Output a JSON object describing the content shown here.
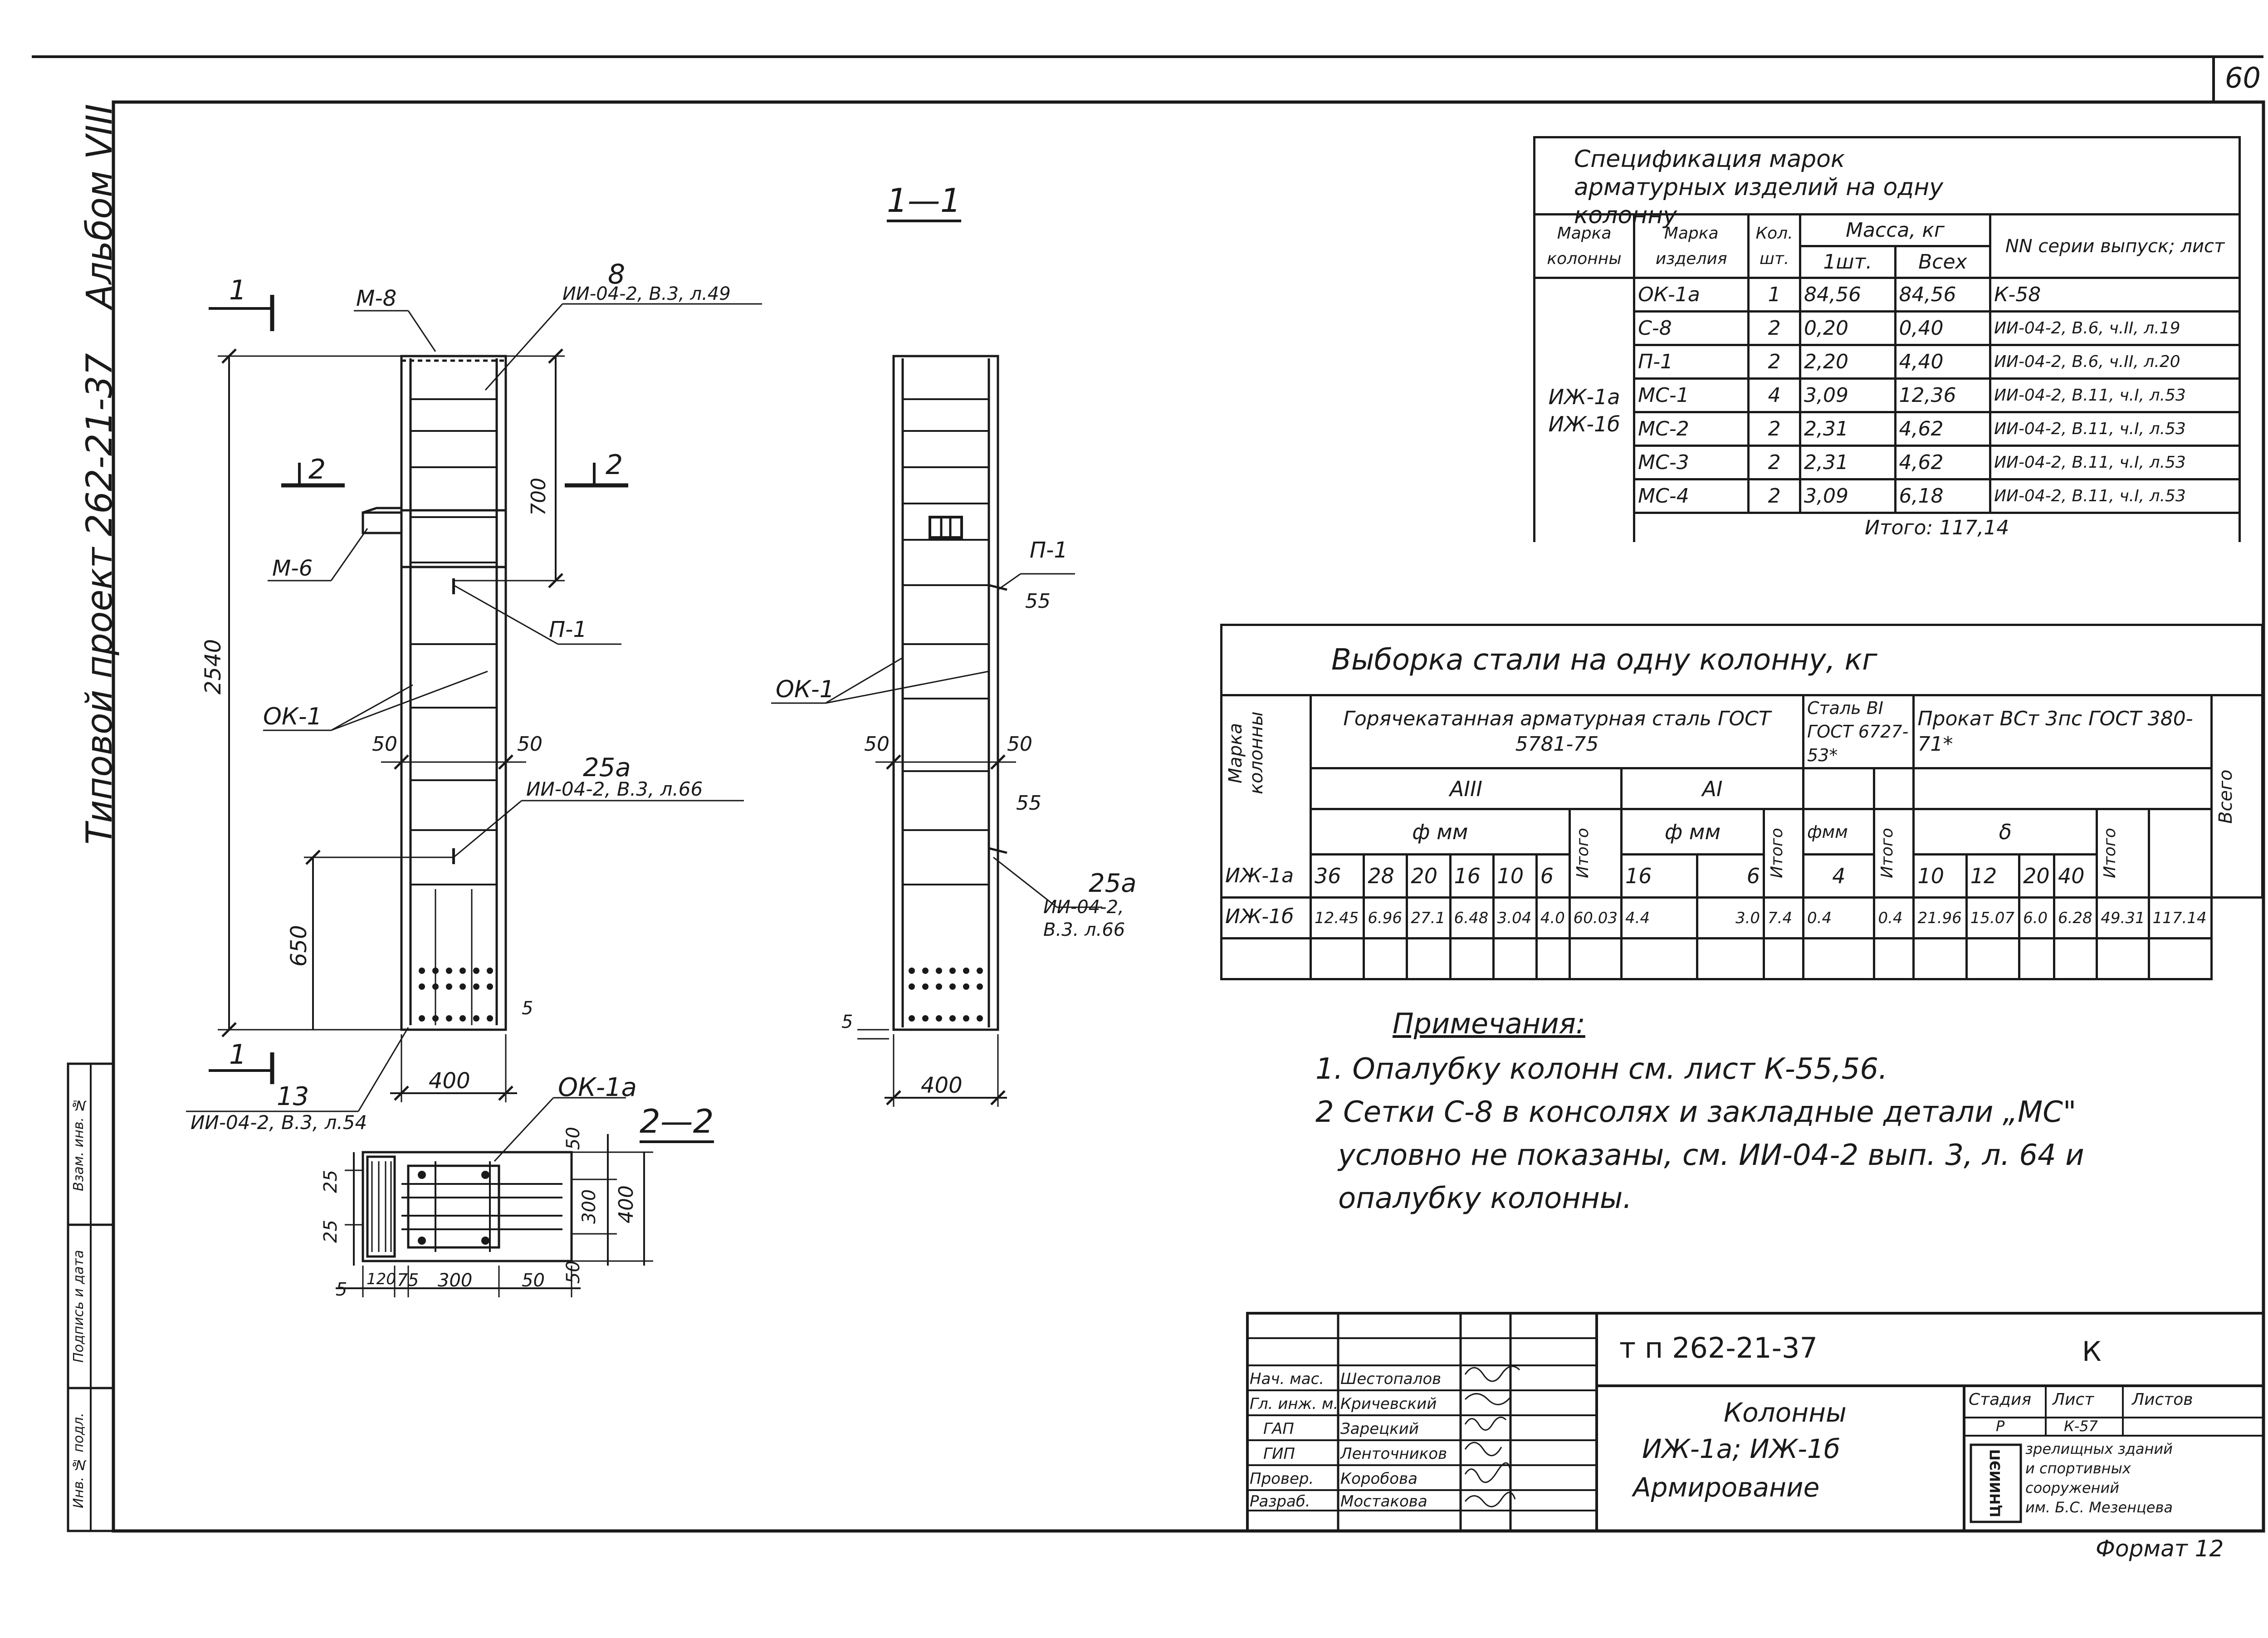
{
  "sheet_number": "60",
  "format": "Формат 12",
  "album": "Альбом VIII",
  "project_title": "Типовой проект 262-21-37",
  "left_stamp": [
    "Инв. № подл.",
    "Подпись и дата",
    "Взам. инв. №"
  ],
  "elevation": {
    "m8": "М-8",
    "pos8": "8",
    "ref8": "ИИ-04-2, В.3, л.49",
    "sec11": "1",
    "sec22": "2",
    "m6": "М-6",
    "dim_total": "2540",
    "dim_700": "700",
    "dim_650": "650",
    "p1": "П-1",
    "ok1": "ОК-1",
    "d50a": "50",
    "d50b": "50",
    "pos25": "25а",
    "ref25": "ИИ-04-2, В.3, л.66",
    "pos13": "13",
    "ref13": "ИИ-04-2, В.3, л.54",
    "d400": "400",
    "d5": "5"
  },
  "section11": {
    "title": "1—1",
    "p1": "П-1",
    "d55a": "55",
    "d55b": "55",
    "ok1": "ОК-1",
    "d50a": "50",
    "d50b": "50",
    "pos25": "25а",
    "ref25": "ИИ-04-2, В.3. л.66",
    "d5": "5",
    "d400": "400"
  },
  "section22": {
    "title": "2—2",
    "ok1a": "ОК-1а",
    "d25a": "25",
    "d25b": "25",
    "d50a": "50",
    "d300v": "300",
    "d400v": "400",
    "d50b": "50",
    "bottom_dims": [
      "5",
      "120",
      "75",
      "300",
      "50"
    ]
  },
  "spec": {
    "title": "Спецификация марок арматурных изделий на одну колонну",
    "headers": [
      "Марка колонны",
      "Марка изделия",
      "Кол. шт.",
      "Масса, кг",
      "1шт.",
      "Всех",
      "NN серии выпуск; лист"
    ],
    "column_marks": "ИЖ-1а ИЖ-1б",
    "rows": [
      [
        "ОК-1а",
        "1",
        "84,56",
        "84,56",
        "К-58"
      ],
      [
        "С-8",
        "2",
        "0,20",
        "0,40",
        "ИИ-04-2, В.6, ч.II, л.19"
      ],
      [
        "П-1",
        "2",
        "2,20",
        "4,40",
        "ИИ-04-2, В.6, ч.II, л.20"
      ],
      [
        "МС-1",
        "4",
        "3,09",
        "12,36",
        "ИИ-04-2, В.11, ч.I, л.53"
      ],
      [
        "МС-2",
        "2",
        "2,31",
        "4,62",
        "ИИ-04-2, В.11, ч.I, л.53"
      ],
      [
        "МС-3",
        "2",
        "2,31",
        "4,62",
        "ИИ-04-2, В.11, ч.I, л.53"
      ],
      [
        "МС-4",
        "2",
        "3,09",
        "6,18",
        "ИИ-04-2, В.11, ч.I, л.53"
      ]
    ],
    "total": "Итого: 117,14"
  },
  "steel": {
    "title": "Выборка стали на одну колонну, кг",
    "col_mark": "Марка колонны",
    "group_hot": "Горячекатанная арматурная сталь ГОСТ 5781-75",
    "a3": "АIII",
    "a1": "АI",
    "phi_mm": "ф мм",
    "sum": "Итого",
    "group_wire": "Сталь ВI ГОСТ 6727-53*",
    "phi_wire": "фмм",
    "group_rolled": "Прокат ВСт 3пс ГОСТ 380-71*",
    "delta": "δ",
    "total": "Всего",
    "a3_diams": [
      "36",
      "28",
      "20",
      "16",
      "10",
      "6"
    ],
    "a1_diams": [
      "16",
      "",
      "6"
    ],
    "wire_diams": [
      "4"
    ],
    "rolled_diams": [
      "10",
      "12",
      "20",
      "40"
    ],
    "mark1": "ИЖ-1а",
    "mark2": "ИЖ-1б",
    "values": [
      "12.45",
      "6.96",
      "27.1",
      "6.48",
      "3.04",
      "4.0",
      "60.03",
      "4.4",
      "",
      "3.0",
      "7.4",
      "0.4",
      "0.4",
      "21.96",
      "15.07",
      "6.0",
      "6.28",
      "49.31",
      "117.14"
    ]
  },
  "notes": {
    "title": "Примечания:",
    "lines": [
      "1. Опалубку колонн см. лист К-55,56.",
      "2 Сетки С-8 в консолях и закладные детали „МС\"",
      "условно не показаны, см. ИИ-04-2 вып. 3, л. 64 и",
      "опалубку колонны."
    ]
  },
  "titleblock": {
    "code": "т п 262-21-37",
    "letter": "К",
    "name": [
      "Колонны",
      "ИЖ-1а; ИЖ-1б",
      "Армирование"
    ],
    "roles": [
      [
        "Нач. мас.",
        "Шестопалов"
      ],
      [
        "Гл. инж. м.",
        "Кричевский"
      ],
      [
        "ГАП",
        "Зарецкий"
      ],
      [
        "ГИП",
        "Ленточников"
      ],
      [
        "Провер.",
        "Коробова"
      ],
      [
        "Разраб.",
        "Мостакова"
      ]
    ],
    "stage_h": "Стадия",
    "sheet_h": "Лист",
    "sheets_h": "Листов",
    "stage": "Р",
    "sheet": "К-57",
    "sheets": "",
    "logo": "ЦНИИЭП",
    "org": [
      "зрелищных зданий",
      "и спортивных",
      "сооружений",
      "им. Б.С. Мезенцева"
    ]
  }
}
